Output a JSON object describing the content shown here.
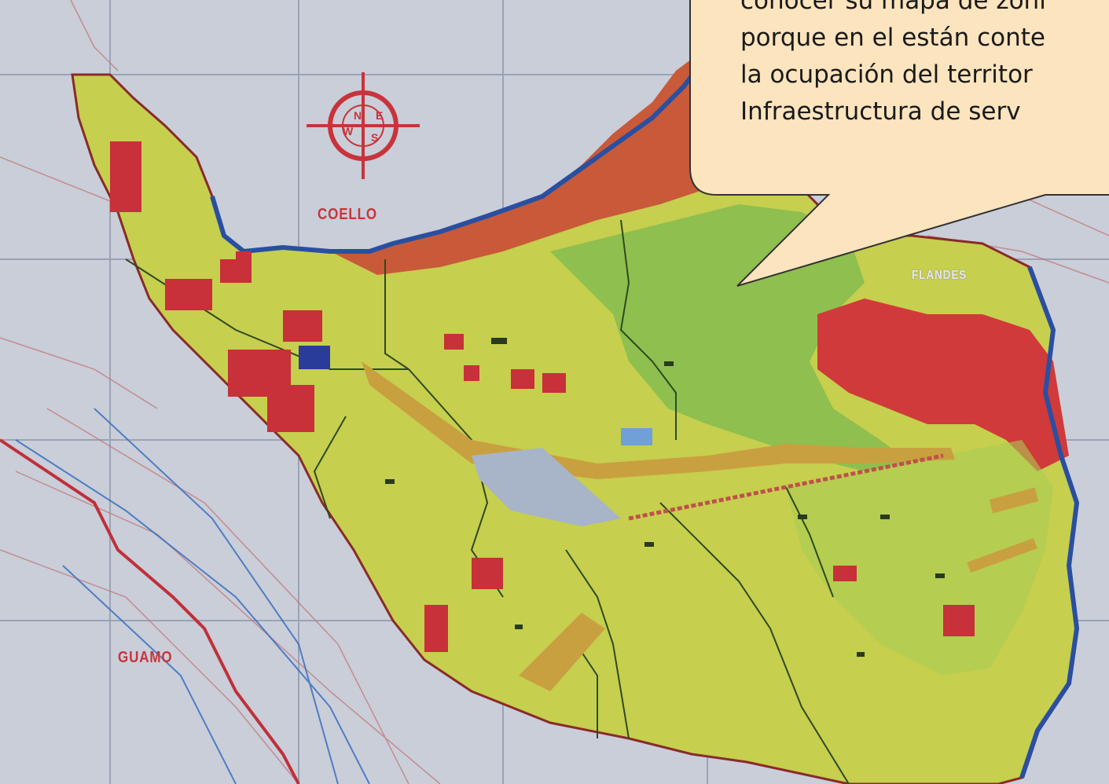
{
  "map": {
    "place_labels": {
      "coello": "COELLO",
      "guamo": "GUAMO",
      "flandes": "FLANDES"
    },
    "compass": {
      "letters": [
        "N",
        "S",
        "W",
        "E"
      ]
    },
    "colors": {
      "municipality": "#c6cf4e",
      "urban_red": "#d03a3a",
      "river_zone": "#c85a3a",
      "forest_green": "#8fbf4e",
      "background": "#c9ced9",
      "roads": "#c0504a",
      "rivers": "#2a4fa0",
      "highway": "#c9a040"
    }
  },
  "callout": {
    "lines": [
      "conocer su mapa de zoni",
      "porque en el están conte",
      "la ocupación del territor",
      "Infraestructura de serv"
    ],
    "fill": "#fce4be",
    "stroke": "#333333"
  }
}
